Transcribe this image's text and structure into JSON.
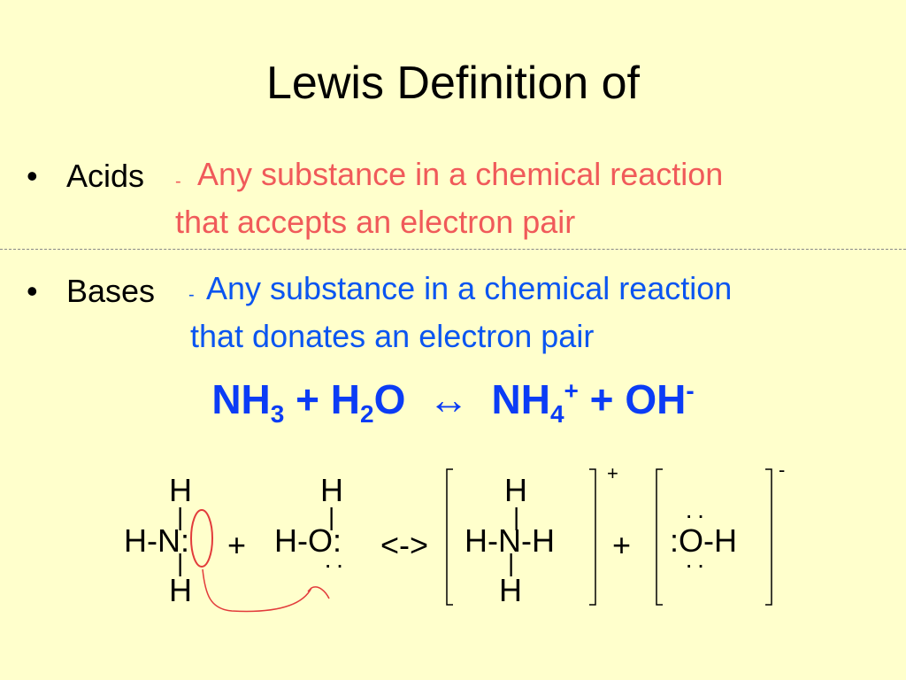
{
  "title": "Lewis Definition of",
  "acids": {
    "bullet": "•",
    "term": "Acids",
    "dash": "-",
    "line1": "Any substance in a chemical reaction",
    "line2": "that accepts an electron pair",
    "color": "#f05a5a"
  },
  "bases": {
    "bullet": "•",
    "term": "Bases",
    "dash": "-",
    "line1": "Any substance in a chemical reaction",
    "line2": "that donates an electron pair",
    "color": "#0b55f0"
  },
  "equation": {
    "nh": "NH",
    "nh_sub": "3",
    "plus1": " + ",
    "h": "H",
    "h_sub": "2",
    "o": "O",
    "arrow": "  ↔  ",
    "nh4": "NH",
    "nh4_sub": "4",
    "nh4_sup": "+",
    "plus2": " + ",
    "oh": "OH",
    "oh_sup": "-",
    "color": "#0b3cf5"
  },
  "lewis": {
    "nh3_top": "H",
    "nh3_mid": "H-N:",
    "nh3_bot": "H",
    "bond": "|",
    "plus1": "+",
    "h2o_top": "H",
    "h2o_mid": "H-O:",
    "h2o_dots": "··",
    "reversible": "<->",
    "nh4_top": "H",
    "nh4_mid": "H-N-H",
    "nh4_bot": "H",
    "nh4_charge": "+",
    "plus2": "+",
    "oh_dots_top": "··",
    "oh_mid": ":O-H",
    "oh_dots_bot": "··",
    "oh_charge": "-"
  },
  "annotation_color": "#e23b3b"
}
